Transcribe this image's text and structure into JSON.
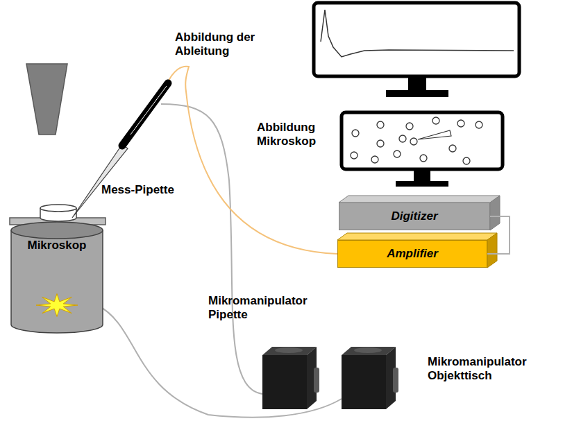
{
  "diagram": {
    "nodes": [
      {
        "text": [
          "Mikroskop"
        ]
      },
      {
        "text": [
          "Digitizer"
        ]
      },
      {
        "text": [
          "Amplifier"
        ]
      }
    ],
    "edges": [
      {
        "from": 1,
        "to": 2,
        "arrow": "none"
      }
    ],
    "labels": [
      "Abbildung der Ableitung",
      "Abbildung Mikroskop",
      "Mess-Pipette",
      "Mikromanipulator Pipette",
      "Mikromanipulator Objekttisch"
    ]
  }
}
